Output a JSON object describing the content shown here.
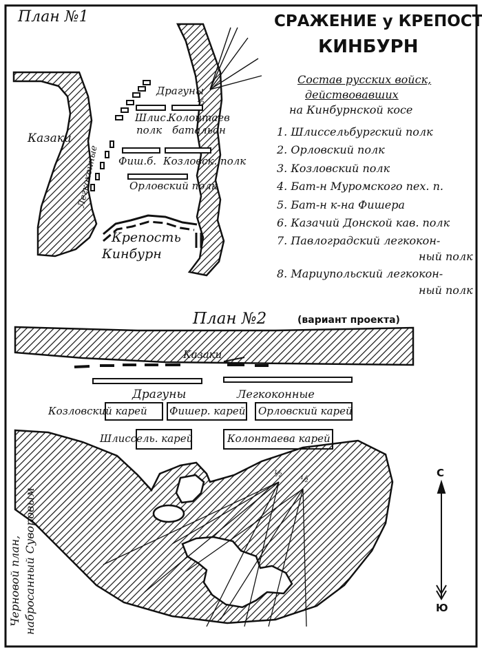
{
  "title": {
    "line1": "СРАЖЕНИЕ у КРЕПОСТИ",
    "line2": "КИНБУРН"
  },
  "legend": {
    "heading_line1": "Состав русских войск,",
    "heading_line2": "действовавших",
    "heading_line3": "на Кинбурнской косе",
    "items": [
      "1. Шлиссельбургский полк",
      "2. Орловский полк",
      "3. Козловский полк",
      "4. Бат-н Муромского пех. п.",
      "5. Бат-н к-на Фишера",
      "6. Казачий Донской кав. полк",
      "7. Павлоградский легкокон-",
      "ный полк",
      "8. Мариупольский легкокон-",
      "ный полк"
    ]
  },
  "plan1": {
    "title": "План №1",
    "labels": {
      "dragoons": "Драгуны",
      "shlis": "Шлис.",
      "shlis_polk": "полк",
      "kolontaev": "Колонтаев",
      "kolontaev_bat": "батальон",
      "cossacks": "Казаки",
      "light_cavalry": "Легкоконные",
      "fish": "Фиш.б.",
      "kozlov": "Козловск. полк",
      "orlov": "Орловский полк",
      "fortress": "Крепость",
      "fortress_name": "Кинбурн",
      "marker": "½"
    }
  },
  "plan2": {
    "title": "План №2",
    "subtitle": "(вариант проекта)",
    "labels": {
      "cossacks": "Казаки",
      "dragoons": "Драгуны",
      "light_cavalry": "Легкоконные",
      "kozlov": "Козловский карей",
      "fisher": "Фишер. карей",
      "orlov": "Орловский карей",
      "shlis": "Шлиссель. карей",
      "kolontaev": "Колонтаева карей",
      "marker1": "½",
      "marker2": "½"
    }
  },
  "compass": {
    "north": "С",
    "south": "Ю"
  },
  "side_note": {
    "line1": "Черновой план,",
    "line2": "набросанный Суворовым"
  },
  "colors": {
    "ink": "#111111",
    "paper": "#ffffff"
  }
}
